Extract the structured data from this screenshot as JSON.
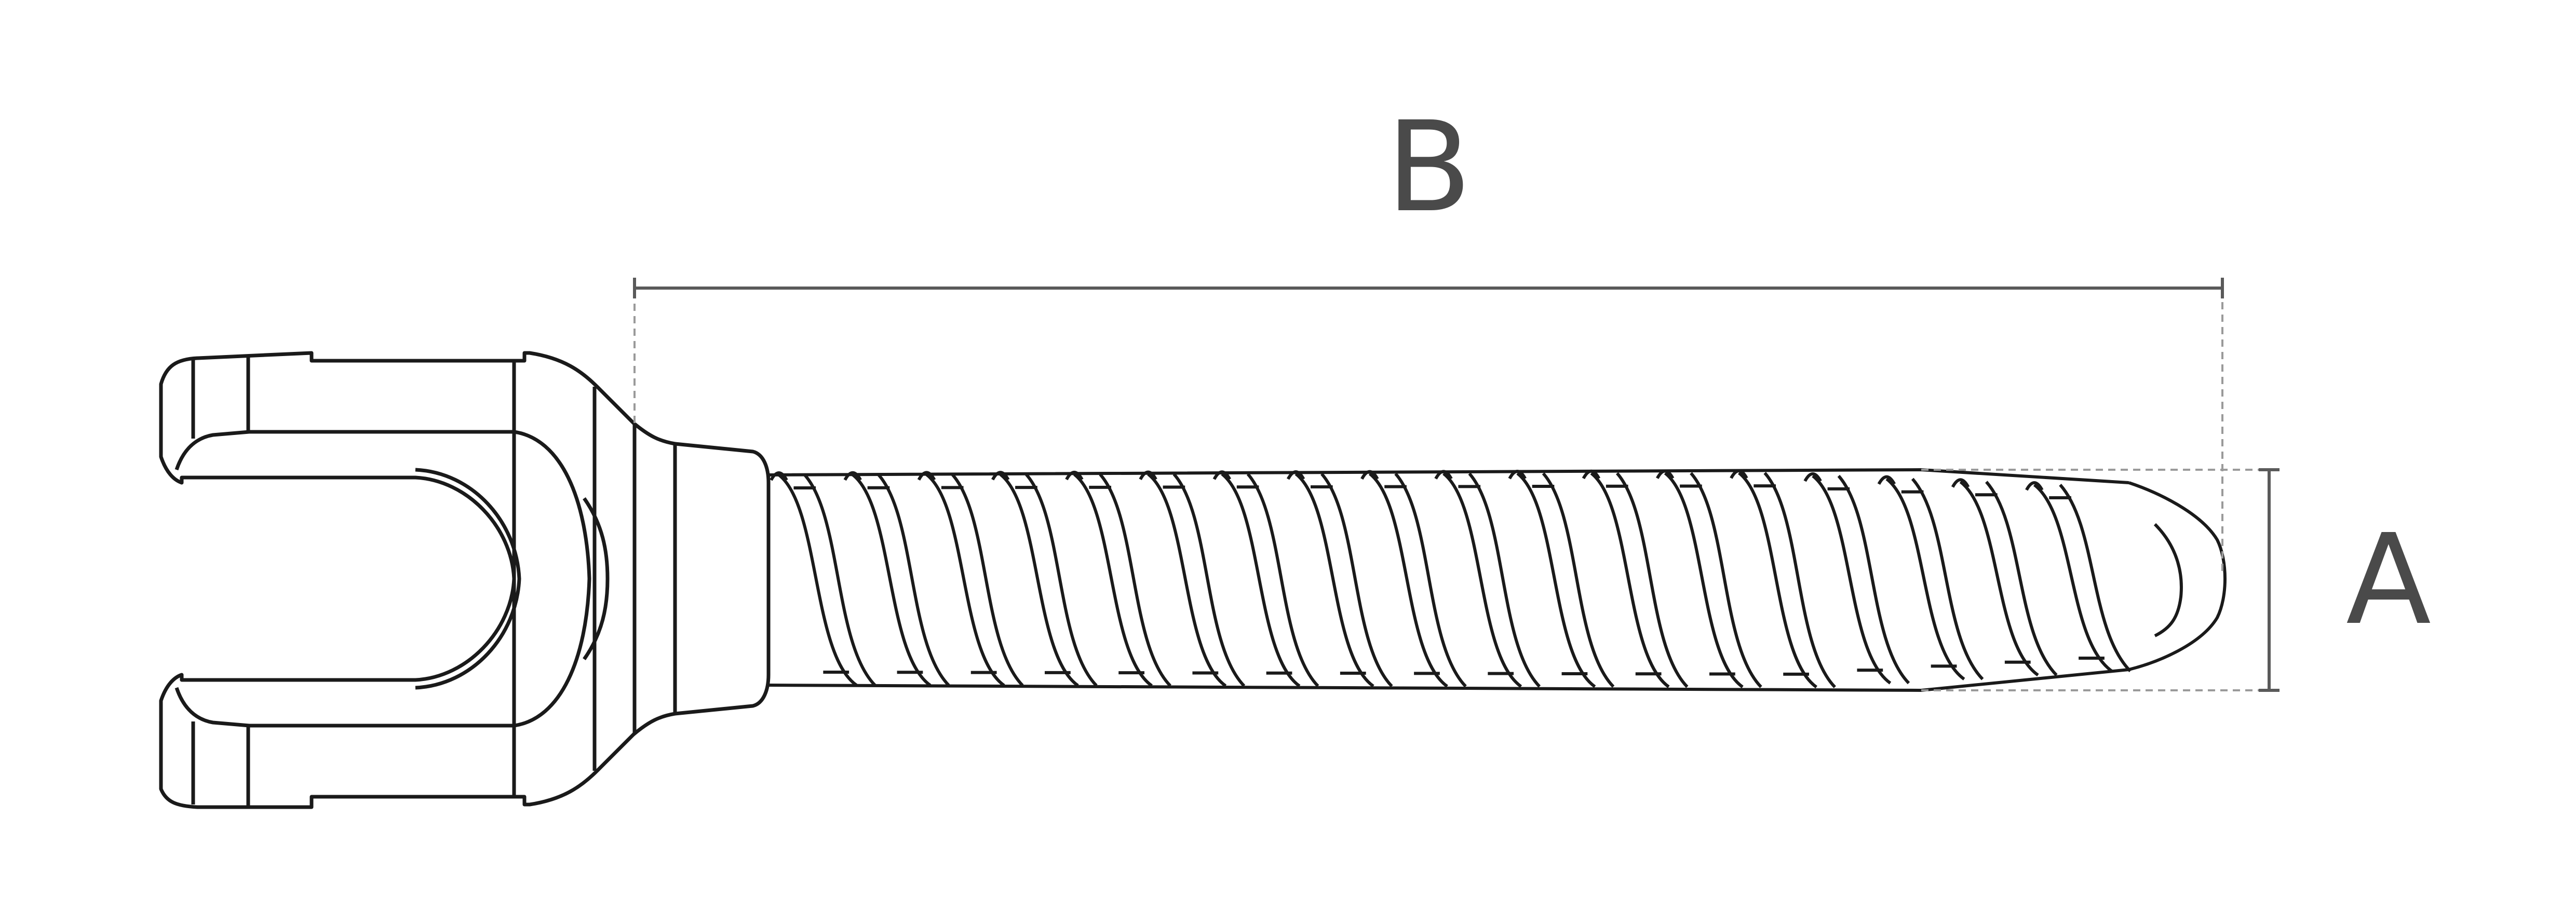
{
  "diagram": {
    "dimension_labels": {
      "length": "B",
      "diameter": "A"
    },
    "colors": {
      "outline": "#1a1a1a",
      "dimension": "#5a5a5a",
      "extension": "#9a9a9a",
      "label": "#4a4a4a"
    },
    "thread_turns": 18
  }
}
